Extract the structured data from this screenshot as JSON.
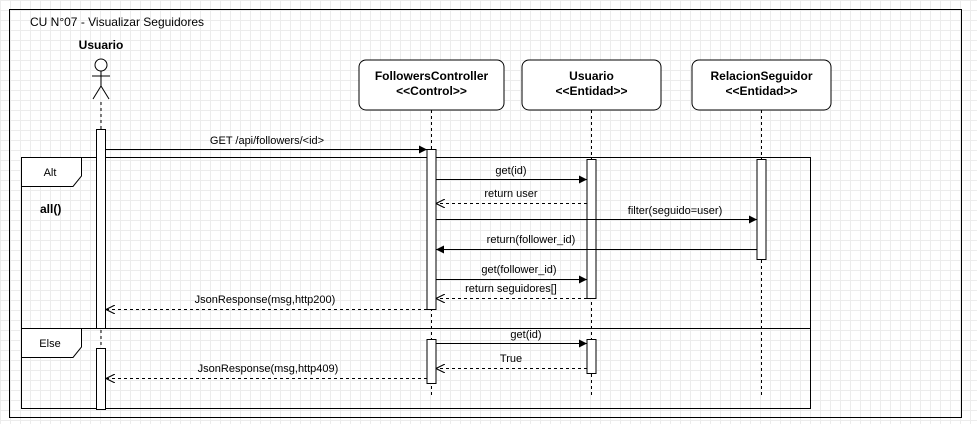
{
  "diagram": {
    "frame_title": "CU N°07 - Visualizar Seguidores",
    "actor": {
      "name": "Usuario"
    },
    "participants": [
      {
        "name": "FollowersController",
        "stereotype": "<<Control>>"
      },
      {
        "name": "Usuario",
        "stereotype": "<<Entidad>>"
      },
      {
        "name": "RelacionSeguidor",
        "stereotype": "<<Entidad>>"
      }
    ],
    "fragments": {
      "alt_label": "Alt",
      "alt_guard": "all()",
      "else_label": "Else"
    },
    "messages": [
      "GET /api/followers/<id>",
      "get(id)",
      "return user",
      "filter(seguido=user)",
      "return(follower_id)",
      "get(follower_id)",
      "return seguidores[]",
      "JsonResponse(msg,http200)",
      "get(id)",
      "True",
      "JsonResponse(msg,http409)"
    ],
    "colors": {
      "line": "#000000",
      "background": "#ffffff",
      "grid": "#ececec"
    }
  }
}
